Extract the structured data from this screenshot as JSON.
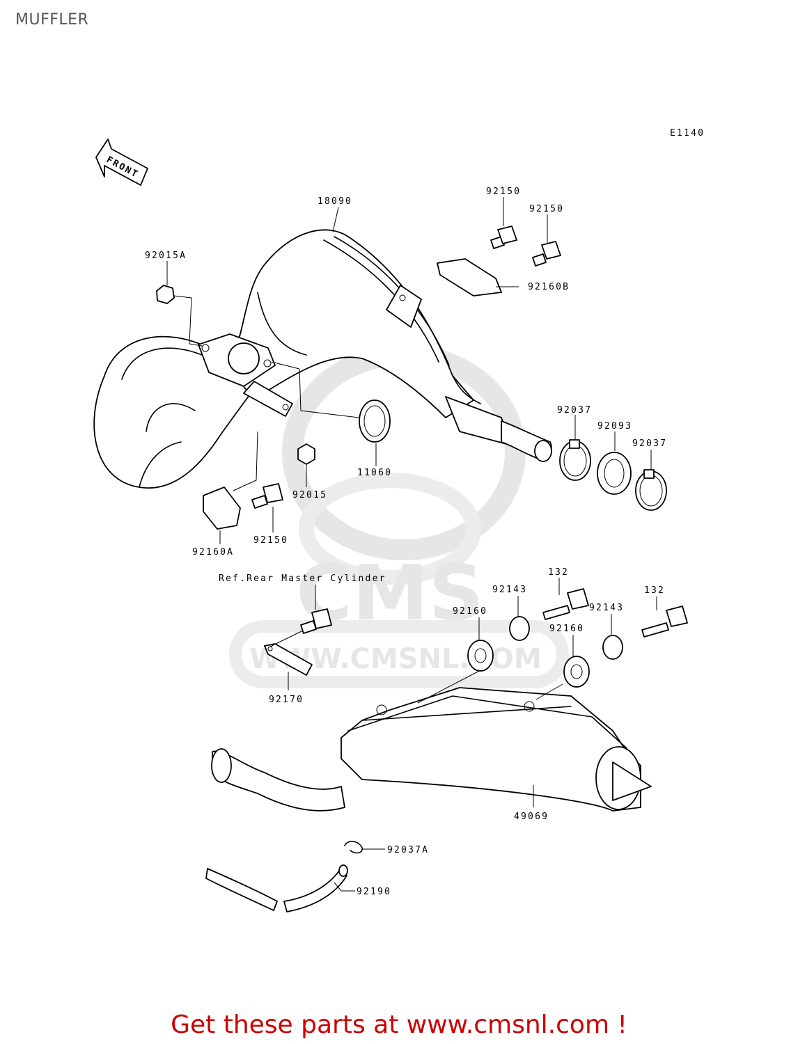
{
  "page": {
    "title": "MUFFLER",
    "diagram_code": "E1140",
    "front_indicator": "FRONT",
    "reference_note": "Ref.Rear Master Cylinder",
    "footer_text": "Get these parts at www.cmsnl.com !",
    "watermark_brand": "CMS",
    "watermark_url": "WWW.CMSNL.COM"
  },
  "colors": {
    "footer": "#cc0000",
    "title": "#555555",
    "watermark": "#e6e6e6",
    "line": "#000000"
  },
  "parts": [
    {
      "id": "p18090",
      "number": "18090",
      "description": "expansion chamber"
    },
    {
      "id": "p92150a",
      "number": "92150",
      "description": "bolt"
    },
    {
      "id": "p92150b",
      "number": "92150",
      "description": "bolt"
    },
    {
      "id": "p92160b",
      "number": "92160B",
      "description": "bracket"
    },
    {
      "id": "p92015a",
      "number": "92015A",
      "description": "nut"
    },
    {
      "id": "p92037a",
      "number": "92037",
      "description": "clamp"
    },
    {
      "id": "p92093",
      "number": "92093",
      "description": "joint"
    },
    {
      "id": "p92037b",
      "number": "92037",
      "description": "clamp"
    },
    {
      "id": "p11060",
      "number": "11060",
      "description": "gasket"
    },
    {
      "id": "p92015",
      "number": "92015",
      "description": "nut"
    },
    {
      "id": "p92150c",
      "number": "92150",
      "description": "bolt"
    },
    {
      "id": "p92160a",
      "number": "92160A",
      "description": "bracket"
    },
    {
      "id": "p132a",
      "number": "132",
      "description": "bolt"
    },
    {
      "id": "p92143a",
      "number": "92143",
      "description": "collar"
    },
    {
      "id": "p132b",
      "number": "132",
      "description": "bolt"
    },
    {
      "id": "p92143b",
      "number": "92143",
      "description": "collar"
    },
    {
      "id": "p92160a2",
      "number": "92160",
      "description": "damper"
    },
    {
      "id": "p92160b2",
      "number": "92160",
      "description": "damper"
    },
    {
      "id": "p92170",
      "number": "92170",
      "description": "clamp"
    },
    {
      "id": "p49069",
      "number": "49069",
      "description": "silencer"
    },
    {
      "id": "p92037c",
      "number": "92037A",
      "description": "clamp"
    },
    {
      "id": "p92190",
      "number": "92190",
      "description": "tube"
    }
  ]
}
